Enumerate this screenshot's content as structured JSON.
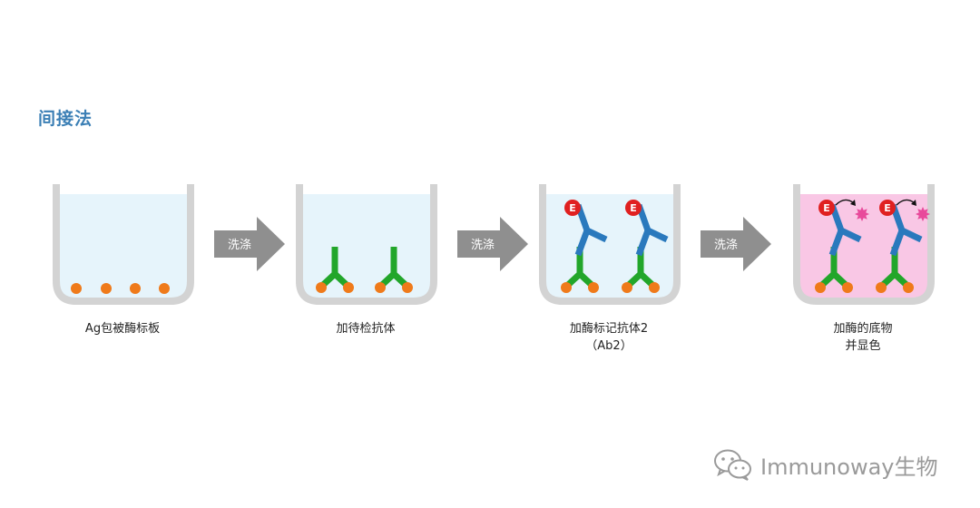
{
  "title": "间接法",
  "arrow_label": "洗涤",
  "enzyme_letter": "E",
  "steps": [
    {
      "label_lines": [
        "Ag包被酶标板"
      ]
    },
    {
      "label_lines": [
        "加待检抗体"
      ]
    },
    {
      "label_lines": [
        "加酶标记抗体2",
        "（Ab2）"
      ]
    },
    {
      "label_lines": [
        "加酶的底物",
        "并显色"
      ]
    }
  ],
  "watermark": {
    "text": "Immunoway生物",
    "icon": "wechat-icon"
  },
  "colors": {
    "title": "#3b7fb5",
    "well_wall": "#d3d3d3",
    "liquid": "#e6f4fb",
    "substrate_liquid": "#f9c7e5",
    "antigen": "#ef7a1a",
    "primary_antibody": "#22a62a",
    "secondary_antibody": "#2a79bd",
    "enzyme": "#e02020",
    "product": "#e84a9b",
    "arrow": "#8f8f8f"
  }
}
